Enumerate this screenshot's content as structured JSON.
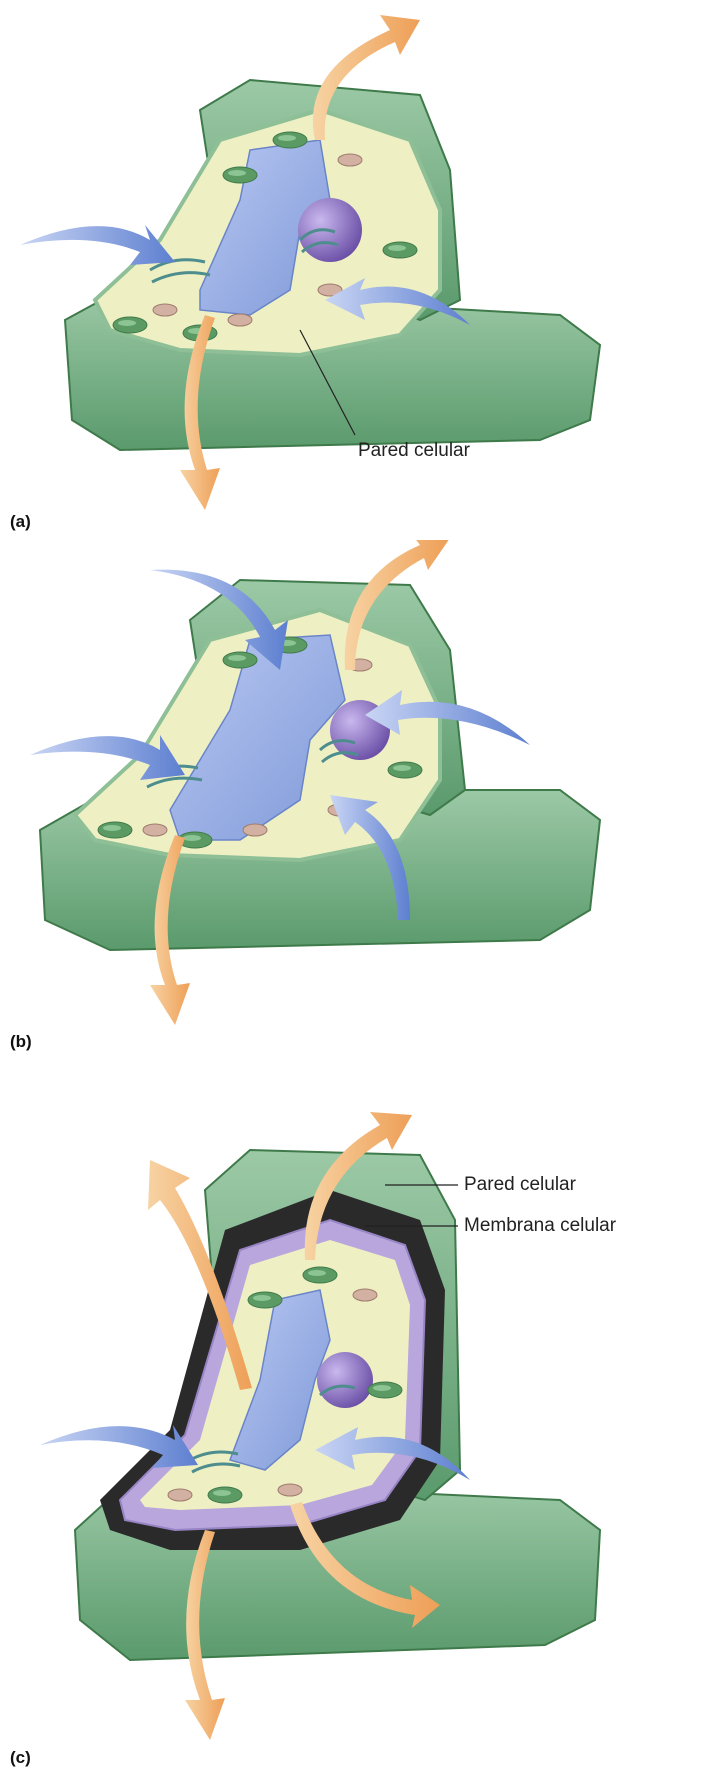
{
  "panels": [
    {
      "letter": "(a)",
      "callouts": [
        "Pared celular"
      ]
    },
    {
      "letter": "(b)",
      "callouts": []
    },
    {
      "letter": "(c)",
      "callouts": [
        "Pared celular",
        "Membrana celular"
      ]
    }
  ],
  "colors": {
    "wall": "#7fb58c",
    "wall_dark": "#4f8e63",
    "cytoplasm": "#f3f2c8",
    "vacuole": "#9fb5e8",
    "nucleus": "#8a72c2",
    "chloroplast": "#5c9a64",
    "mitochondria": "#c9a596",
    "arrow_in": "#6f8fd8",
    "arrow_out": "#f0b070",
    "membrane_shrunk": "#b8a6dc",
    "gap": "#2a2a2a"
  },
  "icons": [
    "water-in-arrow-icon",
    "water-out-arrow-icon"
  ]
}
